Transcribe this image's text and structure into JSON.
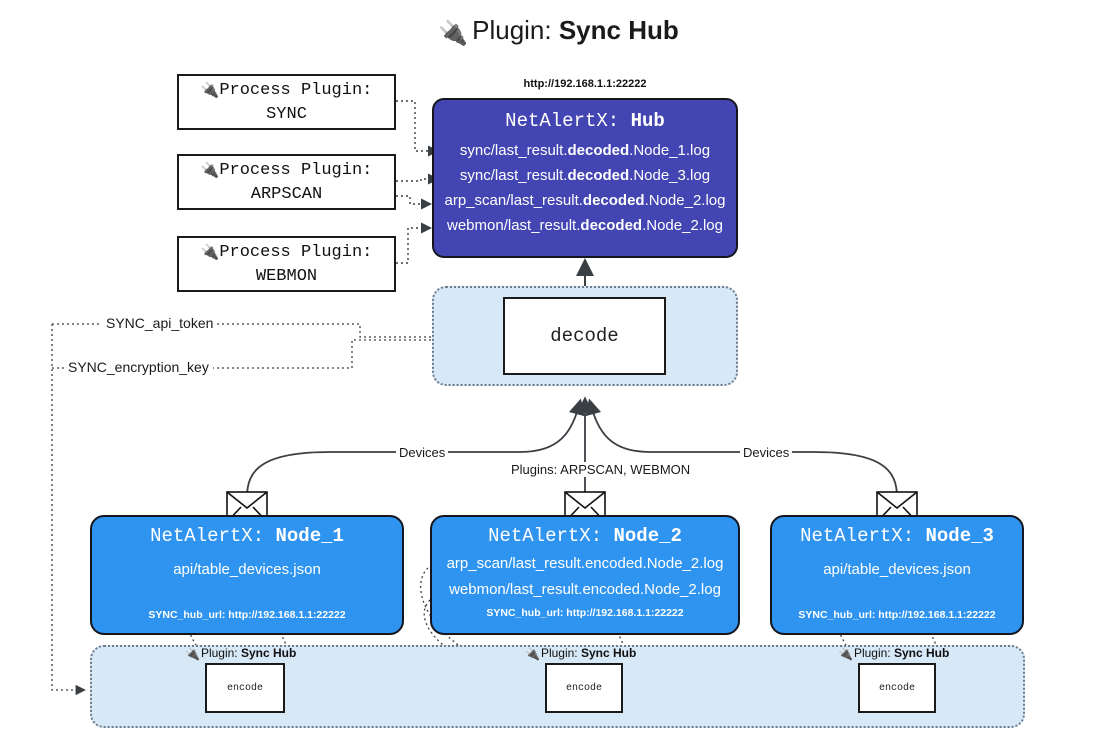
{
  "title": {
    "icon": "plug-icon",
    "prefix": "Plugin: ",
    "name": "Sync Hub"
  },
  "process_plugins": [
    {
      "icon": "plug-icon",
      "line1": "Process Plugin:",
      "line2": "SYNC"
    },
    {
      "icon": "plug-icon",
      "line1": "Process Plugin:",
      "line2": "ARPSCAN"
    },
    {
      "icon": "plug-icon",
      "line1": "Process Plugin:",
      "line2": "WEBMON"
    }
  ],
  "hub": {
    "url_label": "http://192.168.1.1:22222",
    "title_prefix": "NetAlertX: ",
    "title_name": "Hub",
    "logs": [
      {
        "pre": "sync/last_result.",
        "mid": "decoded",
        "post": ".Node_1.log"
      },
      {
        "pre": "sync/last_result.",
        "mid": "decoded",
        "post": ".Node_3.log"
      },
      {
        "pre": "arp_scan/last_result.",
        "mid": "decoded",
        "post": ".Node_2.log"
      },
      {
        "pre": "webmon/last_result.",
        "mid": "decoded",
        "post": ".Node_2.log"
      }
    ]
  },
  "decode": {
    "label": "decode"
  },
  "settings": {
    "api_token": "SYNC_api_token",
    "encryption_key": "SYNC_encryption_key"
  },
  "edges": {
    "devices_left": "Devices",
    "devices_right": "Devices",
    "plugins_center": "Plugins: ARPSCAN, WEBMON"
  },
  "nodes": [
    {
      "title_prefix": "NetAlertX: ",
      "title_name": "Node_1",
      "lines": [
        "api/table_devices.json"
      ],
      "hub_url": "SYNC_hub_url: http://192.168.1.1:22222",
      "envelope_icon": "envelope-icon"
    },
    {
      "title_prefix": "NetAlertX: ",
      "title_name": "Node_2",
      "lines": [
        "arp_scan/last_result.encoded.Node_2.log",
        "webmon/last_result.encoded.Node_2.log"
      ],
      "hub_url": "SYNC_hub_url: http://192.168.1.1:22222",
      "envelope_icon": "envelope-icon"
    },
    {
      "title_prefix": "NetAlertX: ",
      "title_name": "Node_3",
      "lines": [
        "api/table_devices.json"
      ],
      "hub_url": "SYNC_hub_url: http://192.168.1.1:22222",
      "envelope_icon": "envelope-icon"
    }
  ],
  "encoders": [
    {
      "icon": "plug-icon",
      "tag_prefix": "Plugin: ",
      "tag_name": "Sync Hub",
      "label": "encode"
    },
    {
      "icon": "plug-icon",
      "tag_prefix": "Plugin: ",
      "tag_name": "Sync Hub",
      "label": "encode"
    },
    {
      "icon": "plug-icon",
      "tag_prefix": "Plugin: ",
      "tag_name": "Sync Hub",
      "label": "encode"
    }
  ],
  "colors": {
    "hub_bg": "#4345b2",
    "node_bg": "#2f94ef",
    "lane_bg": "#d7e8f7",
    "stroke": "#3a3f44"
  }
}
